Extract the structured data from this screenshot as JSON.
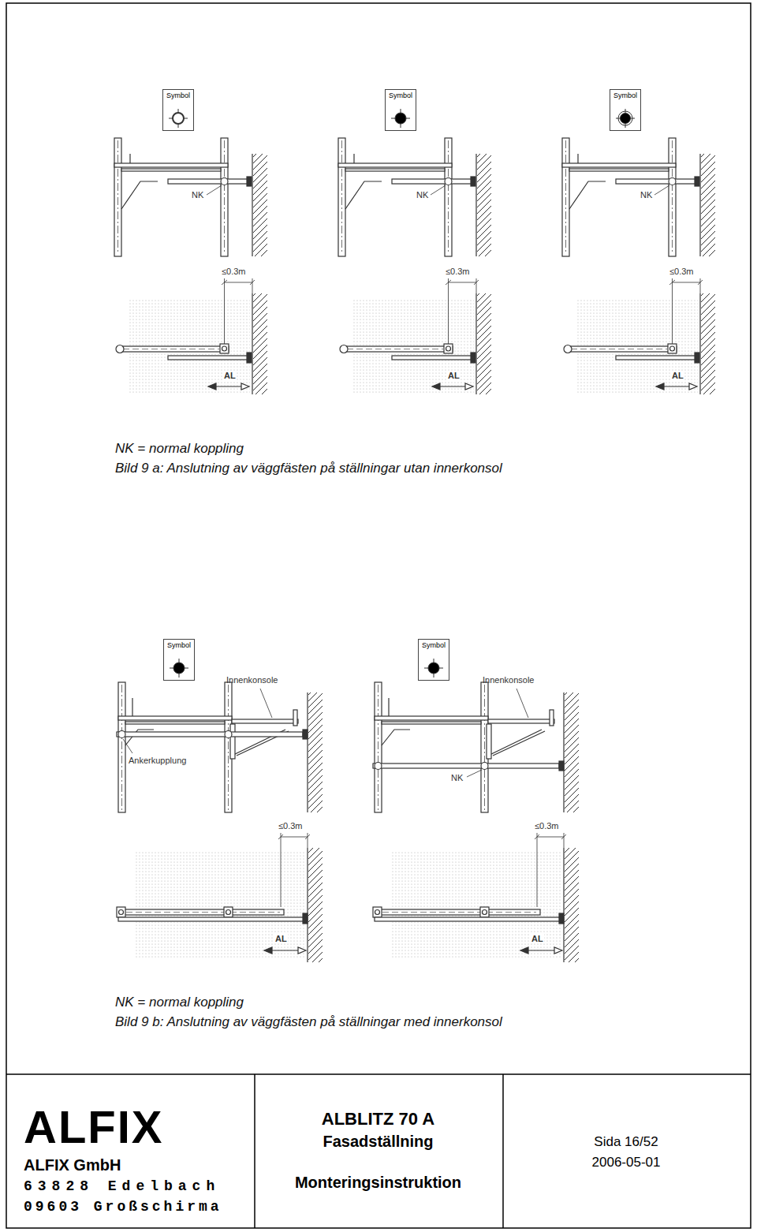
{
  "diagram": {
    "nodes": [
      {
        "text": [
          "Symbol"
        ]
      },
      {
        "text": [
          "Symbol"
        ]
      },
      {
        "text": [
          "Symbol"
        ]
      },
      {
        "text": [
          "Symbol"
        ]
      },
      {
        "text": [
          "Symbol"
        ]
      },
      {
        "text": [
          "ALFIX",
          "ALFIX GmbH",
          "63828 Edelbach",
          "09603 Großschirma"
        ]
      },
      {
        "text": [
          "ALBLITZ 70 A",
          "Fasadställning",
          "Monteringsinstruktion"
        ]
      },
      {
        "text": [
          "Sida 16/52",
          "2006-05-01"
        ]
      }
    ],
    "labels": [
      "NK",
      "NK",
      "NK",
      "≤0.3m",
      "≤0.3m",
      "≤0.3m",
      "AL",
      "AL",
      "AL",
      "NK = normal koppling",
      "Bild 9 a: Anslutning av väggfästen på ställningar utan innerkonsol",
      "Innenkonsole",
      "Innenkonsole",
      "Ankerkupplung",
      "NK",
      "≤0.3m",
      "≤0.3m",
      "AL",
      "AL",
      "NK = normal koppling",
      "Bild 9 b: Anslutning av väggfästen på ställningar med innerkonsol"
    ]
  }
}
